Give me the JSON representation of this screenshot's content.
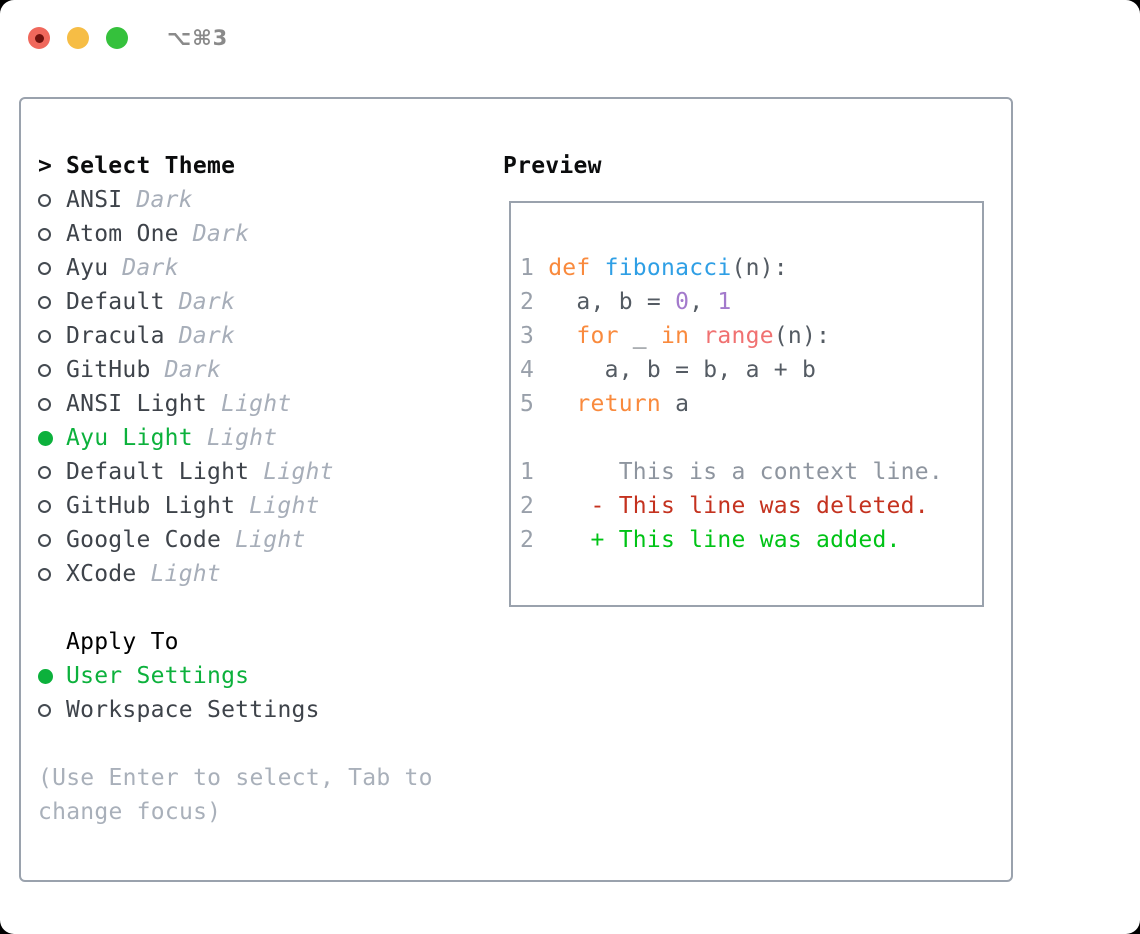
{
  "window": {
    "title": "⌥⌘3"
  },
  "theme_panel": {
    "header_prefix": ">",
    "header": "Select Theme",
    "items": [
      {
        "name": "ANSI",
        "tag": "Dark",
        "selected": false
      },
      {
        "name": "Atom One",
        "tag": "Dark",
        "selected": false
      },
      {
        "name": "Ayu",
        "tag": "Dark",
        "selected": false
      },
      {
        "name": "Default",
        "tag": "Dark",
        "selected": false
      },
      {
        "name": "Dracula",
        "tag": "Dark",
        "selected": false
      },
      {
        "name": "GitHub",
        "tag": "Dark",
        "selected": false
      },
      {
        "name": "ANSI Light",
        "tag": "Light",
        "selected": false
      },
      {
        "name": "Ayu Light",
        "tag": "Light",
        "selected": true
      },
      {
        "name": "Default Light",
        "tag": "Light",
        "selected": false
      },
      {
        "name": "GitHub Light",
        "tag": "Light",
        "selected": false
      },
      {
        "name": "Google Code",
        "tag": "Light",
        "selected": false
      },
      {
        "name": "XCode",
        "tag": "Light",
        "selected": false
      }
    ],
    "apply_to": {
      "header": "Apply To",
      "options": [
        {
          "name": "User Settings",
          "selected": true
        },
        {
          "name": "Workspace Settings",
          "selected": false
        }
      ]
    },
    "hint_lines": [
      "(Use Enter to select, Tab to",
      "change focus)"
    ]
  },
  "preview": {
    "header": "Preview",
    "lines": [
      [
        {
          "t": "1 ",
          "c": "ln"
        },
        {
          "t": "def",
          "c": "kw"
        },
        {
          "t": " ",
          "c": "txt"
        },
        {
          "t": "fibonacci",
          "c": "fn"
        },
        {
          "t": "(n):",
          "c": "txt"
        }
      ],
      [
        {
          "t": "2 ",
          "c": "ln"
        },
        {
          "t": "  a, b = ",
          "c": "txt"
        },
        {
          "t": "0",
          "c": "num"
        },
        {
          "t": ", ",
          "c": "txt"
        },
        {
          "t": "1",
          "c": "num"
        }
      ],
      [
        {
          "t": "3 ",
          "c": "ln"
        },
        {
          "t": "  ",
          "c": "txt"
        },
        {
          "t": "for",
          "c": "kw"
        },
        {
          "t": " _ ",
          "c": "txt"
        },
        {
          "t": "in",
          "c": "kw"
        },
        {
          "t": " ",
          "c": "txt"
        },
        {
          "t": "range",
          "c": "call"
        },
        {
          "t": "(n):",
          "c": "txt"
        }
      ],
      [
        {
          "t": "4 ",
          "c": "ln"
        },
        {
          "t": "    a, b = b, a + b",
          "c": "txt"
        }
      ],
      [
        {
          "t": "5 ",
          "c": "ln"
        },
        {
          "t": "  ",
          "c": "txt"
        },
        {
          "t": "return",
          "c": "kw"
        },
        {
          "t": " a",
          "c": "txt"
        }
      ],
      [],
      [
        {
          "t": "1 ",
          "c": "ln"
        },
        {
          "t": "     This is a context line.",
          "c": "ctx"
        }
      ],
      [
        {
          "t": "2 ",
          "c": "ln"
        },
        {
          "t": "   - This line was deleted.",
          "c": "del"
        }
      ],
      [
        {
          "t": "2 ",
          "c": "ln"
        },
        {
          "t": "   + This line was added.",
          "c": "add"
        }
      ]
    ]
  },
  "colors": {
    "selection_green": "#0cb13c",
    "panel_border": "#9aa2ad",
    "traffic_lights": {
      "close": "#f0685c",
      "minimize": "#f6bd45",
      "zoom": "#35c13c"
    },
    "syntax": {
      "ln": "#99a0aa",
      "kw": "#f98a3d",
      "fn": "#2f9fe5",
      "num": "#a37acc",
      "call": "#f07171",
      "txt": "#545b63",
      "ctx": "#8e959f",
      "del": "#c4321f",
      "add": "#00c316"
    }
  }
}
